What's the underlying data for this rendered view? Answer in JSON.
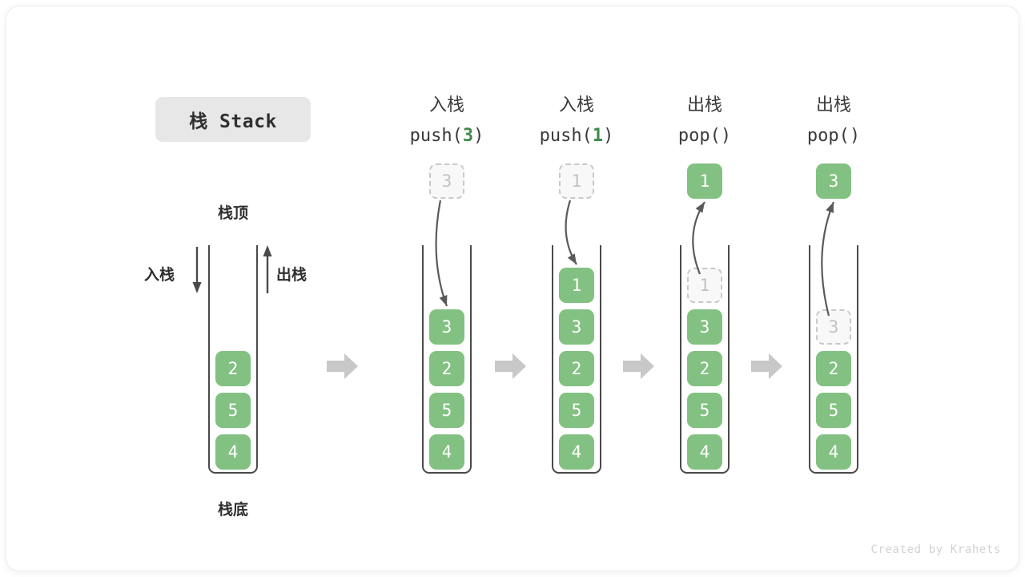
{
  "title": {
    "badge": "栈 Stack"
  },
  "left_stack": {
    "top_label": "栈顶",
    "bottom_label": "栈底",
    "push_label": "入栈",
    "pop_label": "出栈",
    "cells": [
      "2",
      "5",
      "4"
    ]
  },
  "steps": [
    {
      "head_cn": "入栈",
      "head_op_prefix": "push(",
      "head_op_arg": "3",
      "head_op_suffix": ")",
      "float_value": "3",
      "float_kind": "ghost",
      "direction": "in",
      "cells": [
        {
          "value": "3",
          "kind": "solid"
        },
        {
          "value": "2",
          "kind": "solid"
        },
        {
          "value": "5",
          "kind": "solid"
        },
        {
          "value": "4",
          "kind": "solid"
        }
      ]
    },
    {
      "head_cn": "入栈",
      "head_op_prefix": "push(",
      "head_op_arg": "1",
      "head_op_suffix": ")",
      "float_value": "1",
      "float_kind": "ghost",
      "direction": "in",
      "cells": [
        {
          "value": "1",
          "kind": "solid"
        },
        {
          "value": "3",
          "kind": "solid"
        },
        {
          "value": "2",
          "kind": "solid"
        },
        {
          "value": "5",
          "kind": "solid"
        },
        {
          "value": "4",
          "kind": "solid"
        }
      ]
    },
    {
      "head_cn": "出栈",
      "head_op_prefix": "pop(",
      "head_op_arg": "",
      "head_op_suffix": ")",
      "float_value": "1",
      "float_kind": "solid",
      "direction": "out",
      "cells": [
        {
          "value": "1",
          "kind": "ghost"
        },
        {
          "value": "3",
          "kind": "solid"
        },
        {
          "value": "2",
          "kind": "solid"
        },
        {
          "value": "5",
          "kind": "solid"
        },
        {
          "value": "4",
          "kind": "solid"
        }
      ]
    },
    {
      "head_cn": "出栈",
      "head_op_prefix": "pop(",
      "head_op_arg": "",
      "head_op_suffix": ")",
      "float_value": "3",
      "float_kind": "solid",
      "direction": "out",
      "cells": [
        {
          "value": "3",
          "kind": "ghost"
        },
        {
          "value": "2",
          "kind": "solid"
        },
        {
          "value": "5",
          "kind": "solid"
        },
        {
          "value": "4",
          "kind": "solid"
        }
      ]
    }
  ],
  "colors": {
    "cell_green": "#82c182",
    "arg_green": "#3e8a4a",
    "separator_gray": "#c8c8c8",
    "stack_wall": "#4a4a4a"
  },
  "credit": "Created by Krahets"
}
